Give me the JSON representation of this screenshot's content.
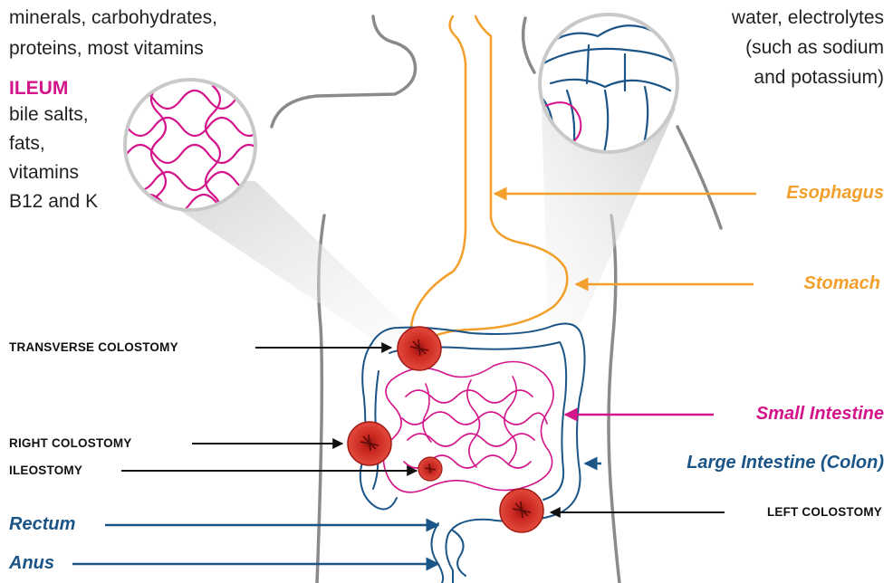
{
  "left_block": {
    "line1": "minerals, carbohydrates,",
    "line2": "proteins, most vitamins",
    "ileum_title": "ILEUM",
    "ileum_line1": "bile salts,",
    "ileum_line2": "fats,",
    "ileum_line3": "vitamins",
    "ileum_line4": "B12 and K"
  },
  "right_block": {
    "line1": "water, electrolytes",
    "line2": "(such as sodium",
    "line3": "and potassium)"
  },
  "organs": {
    "esophagus": "Esophagus",
    "stomach": "Stomach",
    "small_intestine": "Small Intestine",
    "large_intestine": "Large Intestine (Colon)",
    "rectum": "Rectum",
    "anus": "Anus"
  },
  "ostomies": {
    "transverse": "TRANSVERSE COLOSTOMY",
    "right": "RIGHT COLOSTOMY",
    "ileostomy": "ILEOSTOMY",
    "left": "LEFT COLOSTOMY"
  },
  "colors": {
    "orange": "#f2a02b",
    "magenta": "#d4148a",
    "navy": "#1b5587",
    "dark": "#231f20",
    "stoma": "#d42a24"
  }
}
